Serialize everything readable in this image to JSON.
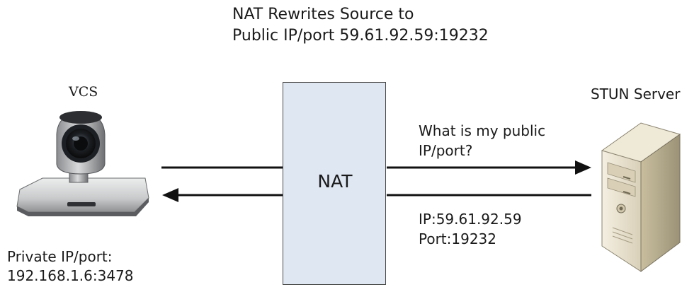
{
  "header": {
    "line1": "NAT Rewrites Source to",
    "line2": "Public IP/port 59.61.92.59:19232"
  },
  "vcs": {
    "label": "VCS",
    "private_label_line1": "Private IP/port:",
    "private_label_line2": "192.168.1.6:3478"
  },
  "nat": {
    "label": "NAT"
  },
  "stun": {
    "label": "STUN Server"
  },
  "request": {
    "line1": "What is my public",
    "line2": "IP/port?"
  },
  "response": {
    "line1": "IP:59.61.92.59",
    "line2": "Port:19232"
  },
  "colors": {
    "nat_fill": "#dfe7f3",
    "arrow": "#111111",
    "server_body": "#e9e2cf"
  }
}
